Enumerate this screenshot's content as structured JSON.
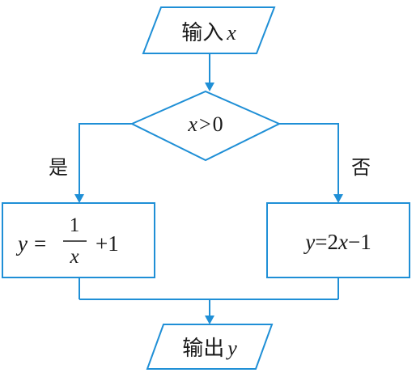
{
  "diagram": {
    "input_box": {
      "prefix": "输入",
      "var": "x"
    },
    "condition": {
      "lhs": "x",
      "op": ">",
      "rhs": "0"
    },
    "yes_label": "是",
    "no_label": "否",
    "left_process": {
      "lhs": "y",
      "eq": "=",
      "numerator": "1",
      "denominator": "x",
      "tail": "+1"
    },
    "right_process": {
      "lhs": "y",
      "eq": "=",
      "coef": "2",
      "var": "x",
      "tail": "−1"
    },
    "output_box": {
      "prefix": "输出",
      "var": "y"
    },
    "colors": {
      "stroke": "#1f8fd6",
      "text": "#1a1a1a",
      "background": "#ffffff"
    }
  }
}
